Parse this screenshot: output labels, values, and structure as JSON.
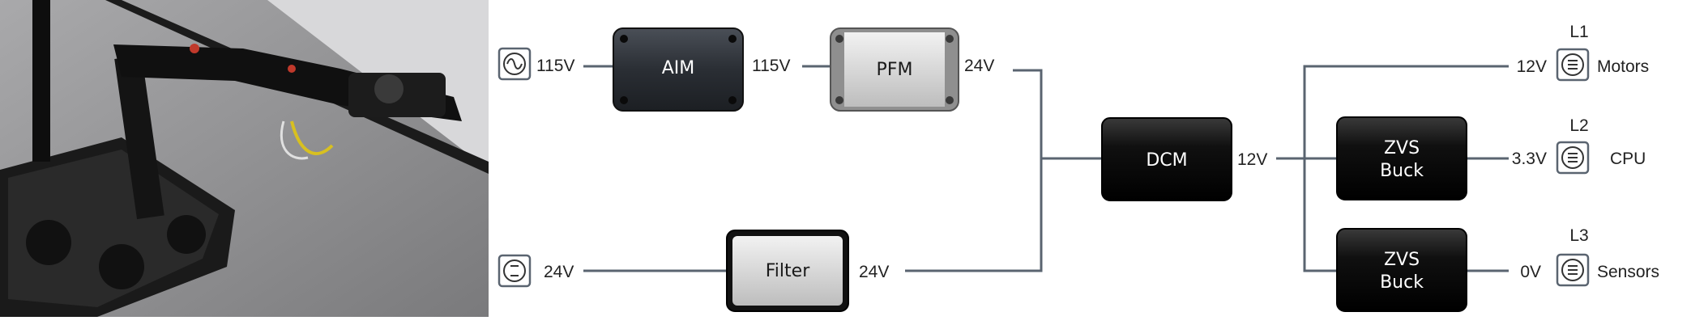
{
  "photo": {
    "description_icon": "robot-photo"
  },
  "inputs": {
    "ac": {
      "icon": "ac-source-icon",
      "voltage": "115V"
    },
    "dc": {
      "icon": "dc-source-icon",
      "voltage": "24V"
    }
  },
  "blocks": {
    "aim": {
      "label": "AIM",
      "out_voltage": "115V"
    },
    "pfm": {
      "label": "PFM",
      "out_voltage": "24V"
    },
    "filter": {
      "label": "Filter",
      "out_voltage": "24V"
    },
    "dcm": {
      "label": "DCM",
      "out_voltage": "12V"
    },
    "zvs1": {
      "line1": "ZVS",
      "line2": "Buck"
    },
    "zvs2": {
      "line1": "ZVS",
      "line2": "Buck"
    }
  },
  "loads": [
    {
      "id": "L1",
      "voltage": "12V",
      "name": "Motors"
    },
    {
      "id": "L2",
      "voltage": "3.3V",
      "name": "CPU"
    },
    {
      "id": "L3",
      "voltage": "0V",
      "name": "Sensors"
    }
  ],
  "colors": {
    "dark_block": "#141414",
    "light_block": "#d4d4d4",
    "wire": "#5a6470"
  }
}
